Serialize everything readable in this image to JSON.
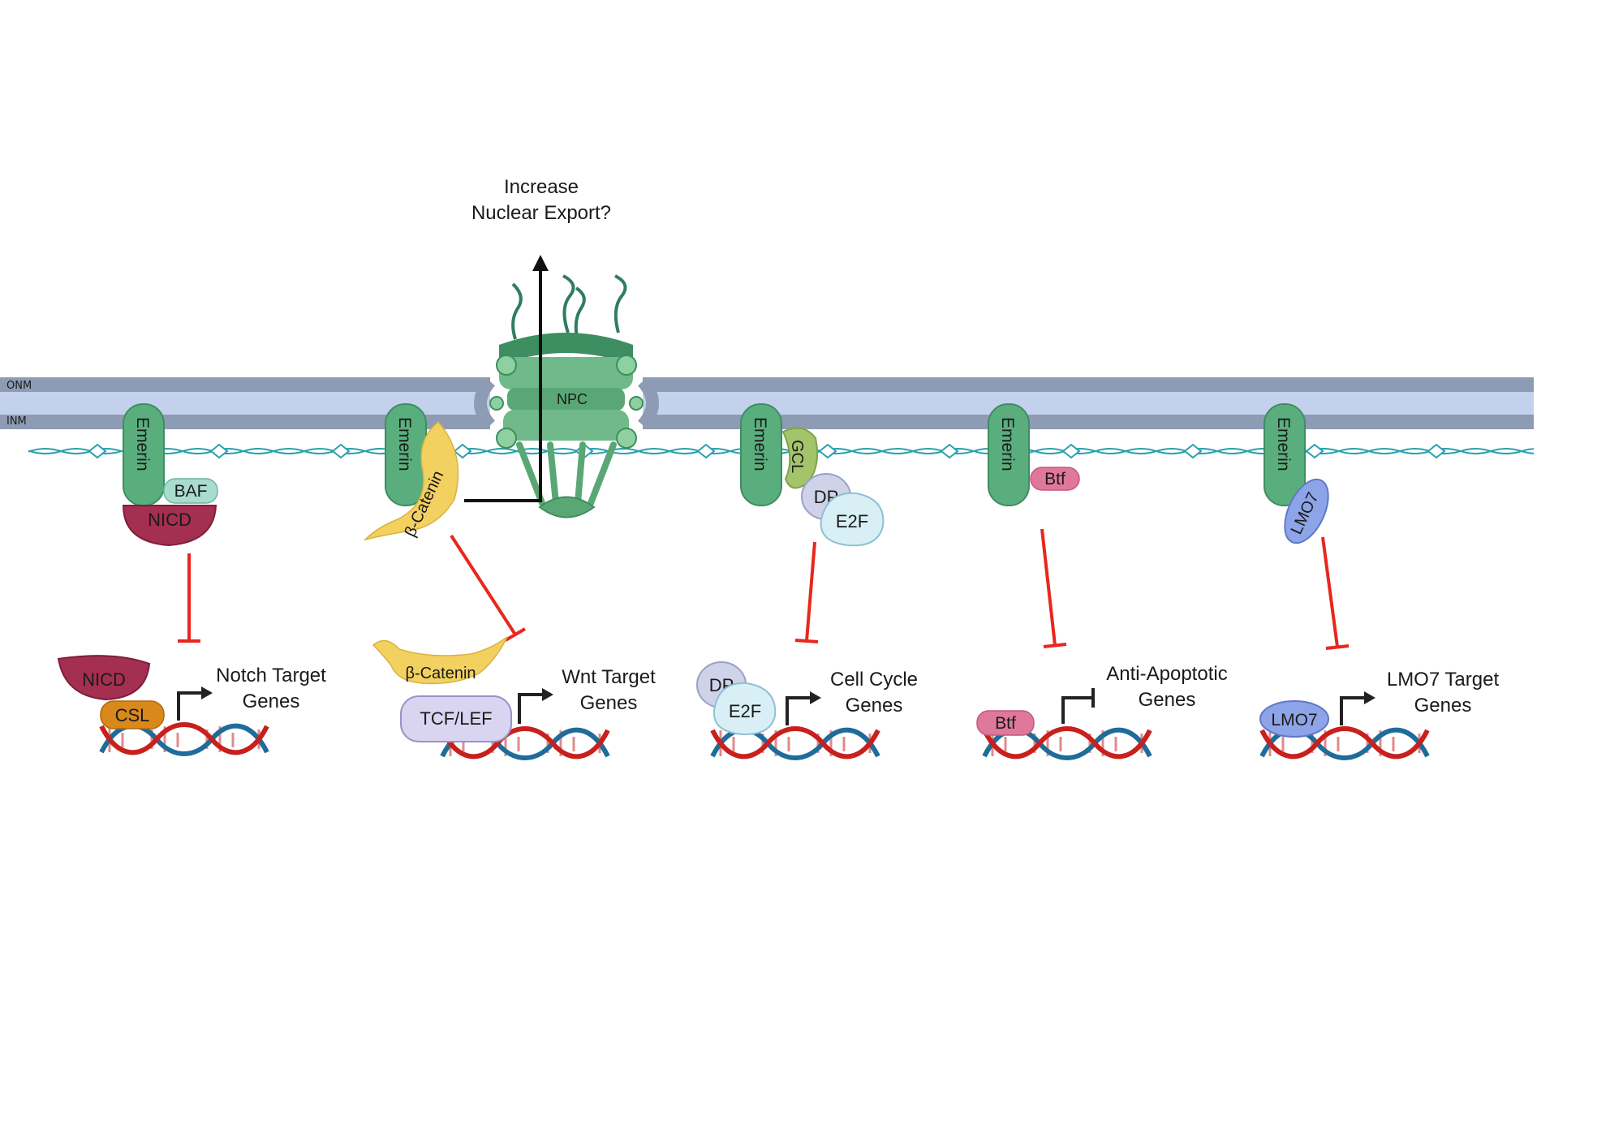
{
  "membrane": {
    "onm": "ONM",
    "inm": "INM"
  },
  "npc": {
    "label": "NPC",
    "export_question": [
      "Increase",
      "Nuclear Export?"
    ]
  },
  "complexes": {
    "notch": {
      "emerin": "Emerin",
      "baf": "BAF",
      "nicd": "NICD"
    },
    "wnt": {
      "emerin": "Emerin",
      "catenin": "β-Catenin"
    },
    "e2f": {
      "emerin": "Emerin",
      "gcl": "GCL",
      "dp": "DP",
      "e2f": "E2F"
    },
    "btf": {
      "emerin": "Emerin",
      "btf": "Btf"
    },
    "lmo7": {
      "emerin": "Emerin",
      "lmo7": "LMO7"
    }
  },
  "targets": {
    "notch": {
      "factors": [
        "NICD",
        "CSL"
      ],
      "genes": [
        "Notch Target",
        "Genes"
      ]
    },
    "wnt": {
      "factors": [
        "β-Catenin",
        "TCF/LEF"
      ],
      "genes": [
        "Wnt Target",
        "Genes"
      ]
    },
    "cell_cycle": {
      "factors": [
        "DP",
        "E2F"
      ],
      "genes": [
        "Cell Cycle",
        "Genes"
      ]
    },
    "apoptotic": {
      "factors": [
        "Btf"
      ],
      "genes": [
        "Anti-Apoptotic",
        "Genes"
      ]
    },
    "lmo7": {
      "factors": [
        "LMO7"
      ],
      "genes": [
        "LMO7 Target",
        "Genes"
      ]
    }
  },
  "colors": {
    "membrane_dark": "#8e9bb5",
    "membrane_light": "#c3d1ec",
    "lamina": "#2a9fae",
    "emerin": "#5aae7e",
    "npc": "#4e9a5c",
    "inhibit": "#e8271d",
    "dna_red": "#c8201c",
    "dna_blue": "#1f6c9a"
  }
}
